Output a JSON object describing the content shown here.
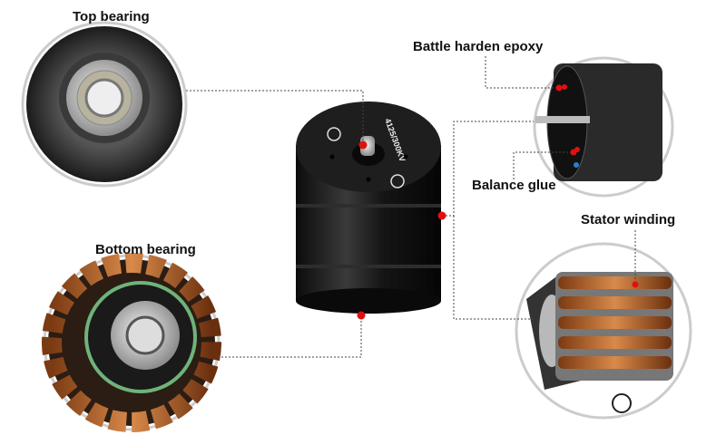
{
  "labels": {
    "top_bearing": "Top bearing",
    "bottom_bearing": "Bottom bearing",
    "epoxy": "Battle harden epoxy",
    "balance_glue": "Balance glue",
    "stator": "Stator winding"
  },
  "motor": {
    "marking": "4125/300KV"
  },
  "colors": {
    "marker": "#e01010",
    "leader": "#444444",
    "ring": "#cccccc"
  }
}
